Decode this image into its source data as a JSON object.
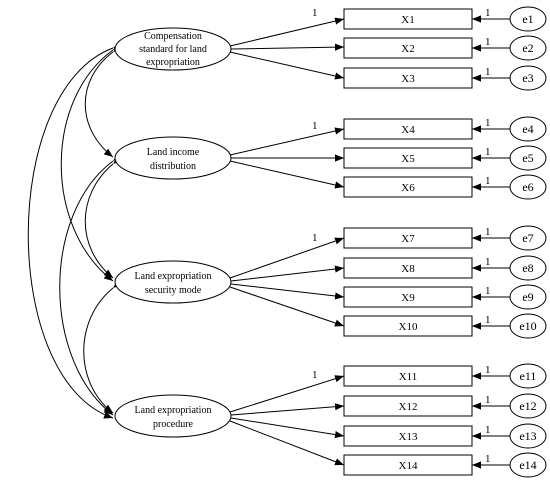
{
  "latents": [
    {
      "id": "L1",
      "lines": [
        "Compensation",
        "standard for land",
        "expropriation"
      ],
      "indicators": [
        "X1",
        "X2",
        "X3"
      ]
    },
    {
      "id": "L2",
      "lines": [
        "Land income",
        "distribution"
      ],
      "indicators": [
        "X4",
        "X5",
        "X6"
      ]
    },
    {
      "id": "L3",
      "lines": [
        "Land expropriation",
        "security mode"
      ],
      "indicators": [
        "X7",
        "X8",
        "X9",
        "X10"
      ]
    },
    {
      "id": "L4",
      "lines": [
        "Land expropriation",
        "procedure"
      ],
      "indicators": [
        "X11",
        "X12",
        "X13",
        "X14"
      ]
    }
  ],
  "errors": [
    "e1",
    "e2",
    "e3",
    "e4",
    "e5",
    "e6",
    "e7",
    "e8",
    "e9",
    "e10",
    "e11",
    "e12",
    "e13",
    "e14"
  ],
  "fixed_loading_label": "1",
  "error_path_label": "1"
}
